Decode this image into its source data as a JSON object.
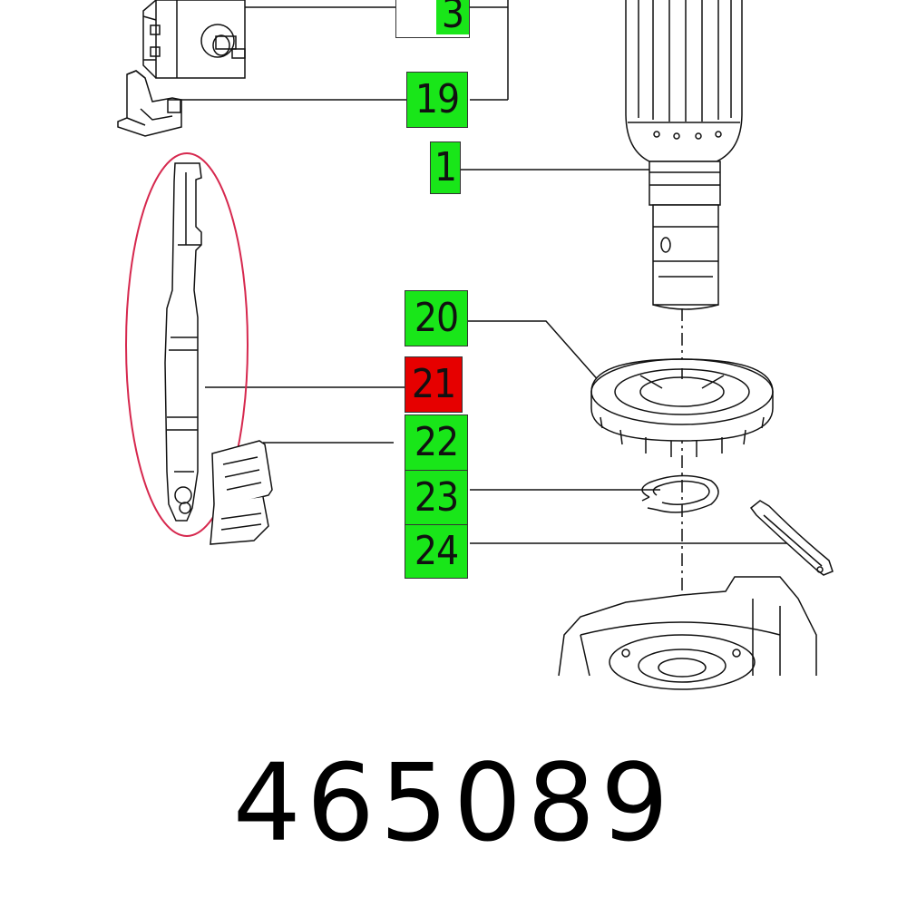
{
  "colors": {
    "callout_default": "#19e619",
    "callout_highlight": "#e60000",
    "selection_ellipse": "#d6284e",
    "line": "#111111"
  },
  "callouts": [
    {
      "label": "3",
      "state": "default"
    },
    {
      "label": "19",
      "state": "default"
    },
    {
      "label": "1",
      "state": "default"
    },
    {
      "label": "20",
      "state": "default"
    },
    {
      "label": "21",
      "state": "highlighted"
    },
    {
      "label": "22",
      "state": "default"
    },
    {
      "label": "23",
      "state": "default"
    },
    {
      "label": "24",
      "state": "default"
    }
  ],
  "part_number": "465089"
}
